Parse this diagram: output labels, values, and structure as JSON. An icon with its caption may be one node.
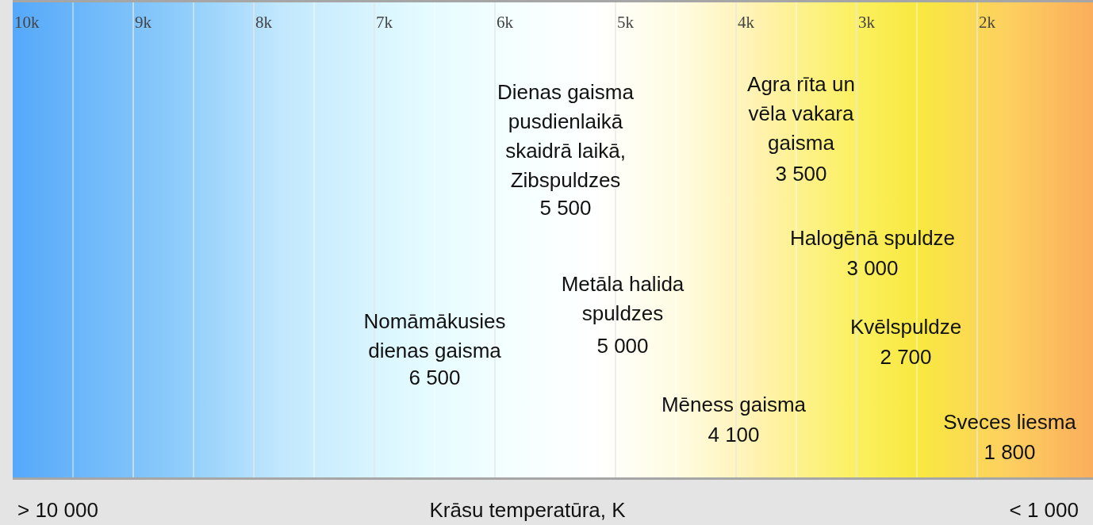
{
  "diagram": {
    "labels": [
      "10k",
      "9k",
      "8k",
      "7k",
      "6k",
      "5k",
      "4k",
      "3k",
      "2k",
      "Dienas gaisma pusdienlaikā skaidrā laikā, Zibspuldzes",
      "5 500",
      "Agra rīta un vēla vakara gaisma",
      "3 500",
      "Halogēnā spuldze",
      "3 000",
      "Metāla halida spuldzes",
      "5 000",
      "Nomāmākusies dienas gaisma",
      "6 500",
      "Kvēlspuldze",
      "2 700",
      "Mēness gaisma",
      "4 100",
      "Sveces liesma",
      "1 800",
      "> 10 000",
      "Krāsu temperatūra, K",
      "< 1 000"
    ]
  }
}
